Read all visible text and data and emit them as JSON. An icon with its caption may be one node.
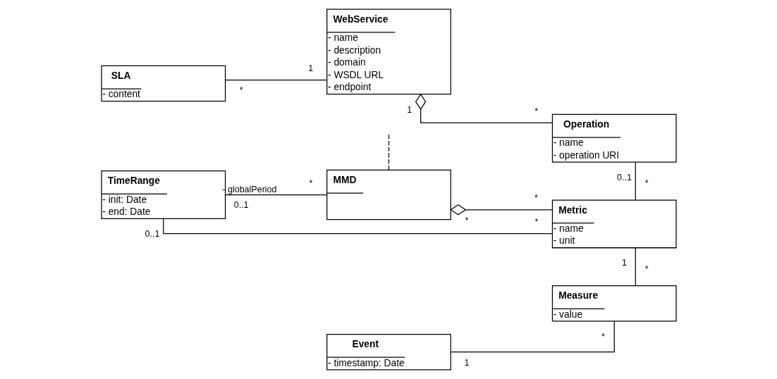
{
  "diagram": {
    "nodes": [
      {
        "text": [
          "SLA",
          "- content"
        ]
      },
      {
        "text": [
          "WebService",
          "- name",
          "- description",
          "- domain",
          "- WSDL URL",
          "- endpoint"
        ]
      },
      {
        "text": [
          "Operation",
          "- name",
          "- operation URI"
        ]
      },
      {
        "text": [
          "TimeRange",
          "- init: Date",
          "- end: Date"
        ]
      },
      {
        "text": [
          "MMD"
        ]
      },
      {
        "text": [
          "Metric",
          "- name",
          "- unit"
        ]
      },
      {
        "text": [
          "Event",
          "- timestamp: Date"
        ]
      },
      {
        "text": [
          "Measure",
          "- value"
        ]
      }
    ],
    "edges": [
      {
        "from": 0,
        "to": 1,
        "arrow": "none"
      },
      {
        "from": 1,
        "to": 2,
        "arrow": "other"
      },
      {
        "from": 2,
        "to": 5,
        "arrow": "none"
      },
      {
        "from": 3,
        "to": 4,
        "arrow": "none",
        "label": "- globalPeriod"
      },
      {
        "from": 4,
        "to": 5,
        "arrow": "other"
      },
      {
        "from": 3,
        "to": 5,
        "arrow": "none"
      },
      {
        "from": 5,
        "to": 7,
        "arrow": "none"
      },
      {
        "from": 6,
        "to": 7,
        "arrow": "none"
      },
      {
        "from": 4,
        "to": null,
        "arrow": "none",
        "style": "dashed"
      }
    ],
    "labels": [
      "*",
      "1",
      "1",
      "*",
      "0..1",
      "*",
      "0..1",
      "*",
      "*",
      "*",
      "1",
      "0..1",
      "*",
      "*",
      "1",
      "*"
    ]
  }
}
